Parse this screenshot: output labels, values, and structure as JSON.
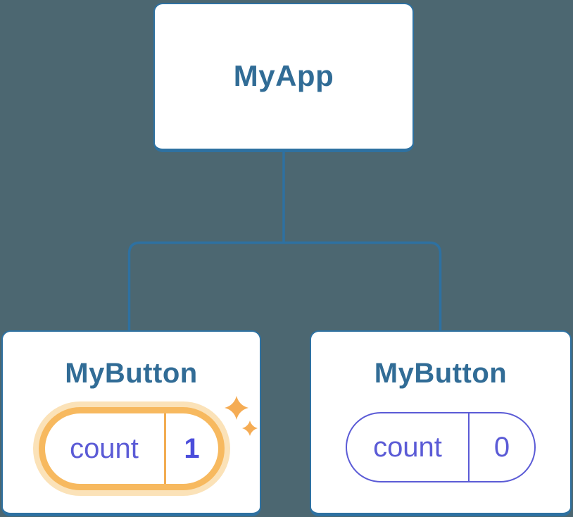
{
  "colors": {
    "bg": "#4C6771",
    "line": "#2E71A1",
    "title": "#316C96",
    "purple": "#5B5BD6",
    "purple-bold": "#4B4DDB",
    "orange": "#F7B95F",
    "orange-halo": "#FBE2B8",
    "orange-divider": "#F2AC52",
    "sparkle": "#F5AC54",
    "card-bg": "#FFFFFF"
  },
  "diagram": {
    "type": "component-tree",
    "root": {
      "title": "MyApp"
    },
    "children": [
      {
        "title": "MyButton",
        "state": {
          "label": "count",
          "value": "1"
        },
        "highlighted": true,
        "highlight_icon": "sparkle-icon"
      },
      {
        "title": "MyButton",
        "state": {
          "label": "count",
          "value": "0"
        },
        "highlighted": false
      }
    ]
  }
}
